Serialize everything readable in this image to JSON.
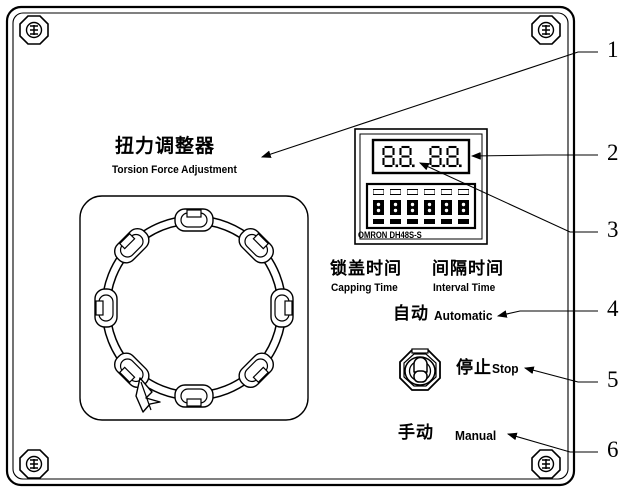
{
  "drawing": {
    "type": "control-panel-line-drawing",
    "background": "#ffffff",
    "line_color": "#000000"
  },
  "panel": {
    "screws": [
      {
        "name": "screw-top-left"
      },
      {
        "name": "screw-top-right"
      },
      {
        "name": "screw-bottom-left"
      },
      {
        "name": "screw-bottom-right"
      }
    ]
  },
  "labels": {
    "torsion_cn": "扭力调整器",
    "torsion_en": "Torsion Force Adjustment",
    "capping_cn": "锁盖时间",
    "capping_en": "Capping Time",
    "interval_cn": "间隔时间",
    "interval_en": "Interval Time",
    "automatic_cn": "自动",
    "automatic_en": "Automatic",
    "stop_cn": "停止",
    "stop_en": "Stop",
    "manual_cn": "手动",
    "manual_en": "Manual"
  },
  "timer": {
    "brand": "OMRON DH48S-S",
    "display_value": "8.8 8.8",
    "digit_groups": [
      {
        "name": "capping-time-digits",
        "value": "8.8"
      },
      {
        "name": "interval-time-digits",
        "value": "8.8"
      }
    ],
    "switch_columns": 6
  },
  "torsion_ring": {
    "grip_tabs": 8,
    "pointer": "down-left"
  },
  "selector_switch": {
    "name": "mode-selector-switch",
    "positions": [
      "自动 Automatic",
      "停止 Stop",
      "手动 Manual"
    ]
  },
  "callouts": [
    {
      "id": "1",
      "number": "1",
      "target": "torsion-force-adjustment-label"
    },
    {
      "id": "2",
      "number": "2",
      "target": "timer-display"
    },
    {
      "id": "3",
      "number": "3",
      "target": "timer-digits-second-group"
    },
    {
      "id": "4",
      "number": "4",
      "target": "automatic-label"
    },
    {
      "id": "5",
      "number": "5",
      "target": "stop-label"
    },
    {
      "id": "6",
      "number": "6",
      "target": "manual-label"
    }
  ]
}
